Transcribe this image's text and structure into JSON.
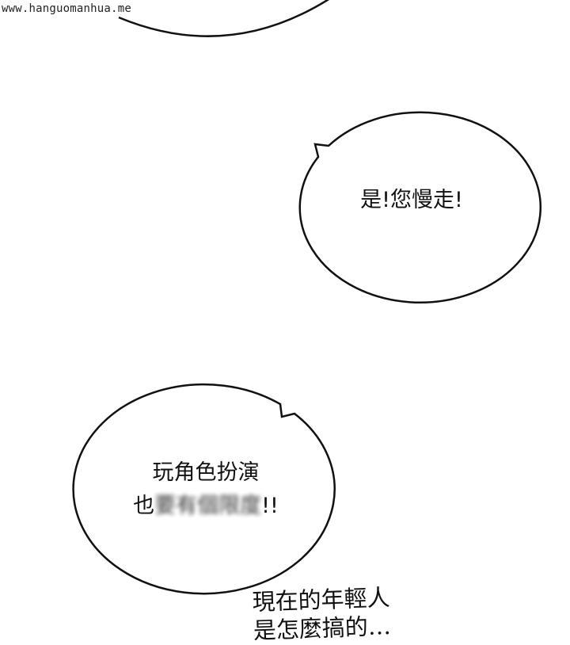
{
  "watermark": "www.hanguomanhua.me",
  "bubbles": {
    "reply": {
      "text": "是!您慢走!"
    },
    "role_play": {
      "line1": "玩角色扮演",
      "line2_visible": "也",
      "line2_censored": "要有個限度",
      "line2_end": "!!"
    }
  },
  "narration": {
    "line1": "現在的年輕人",
    "line2": "是怎麼搞的…"
  }
}
